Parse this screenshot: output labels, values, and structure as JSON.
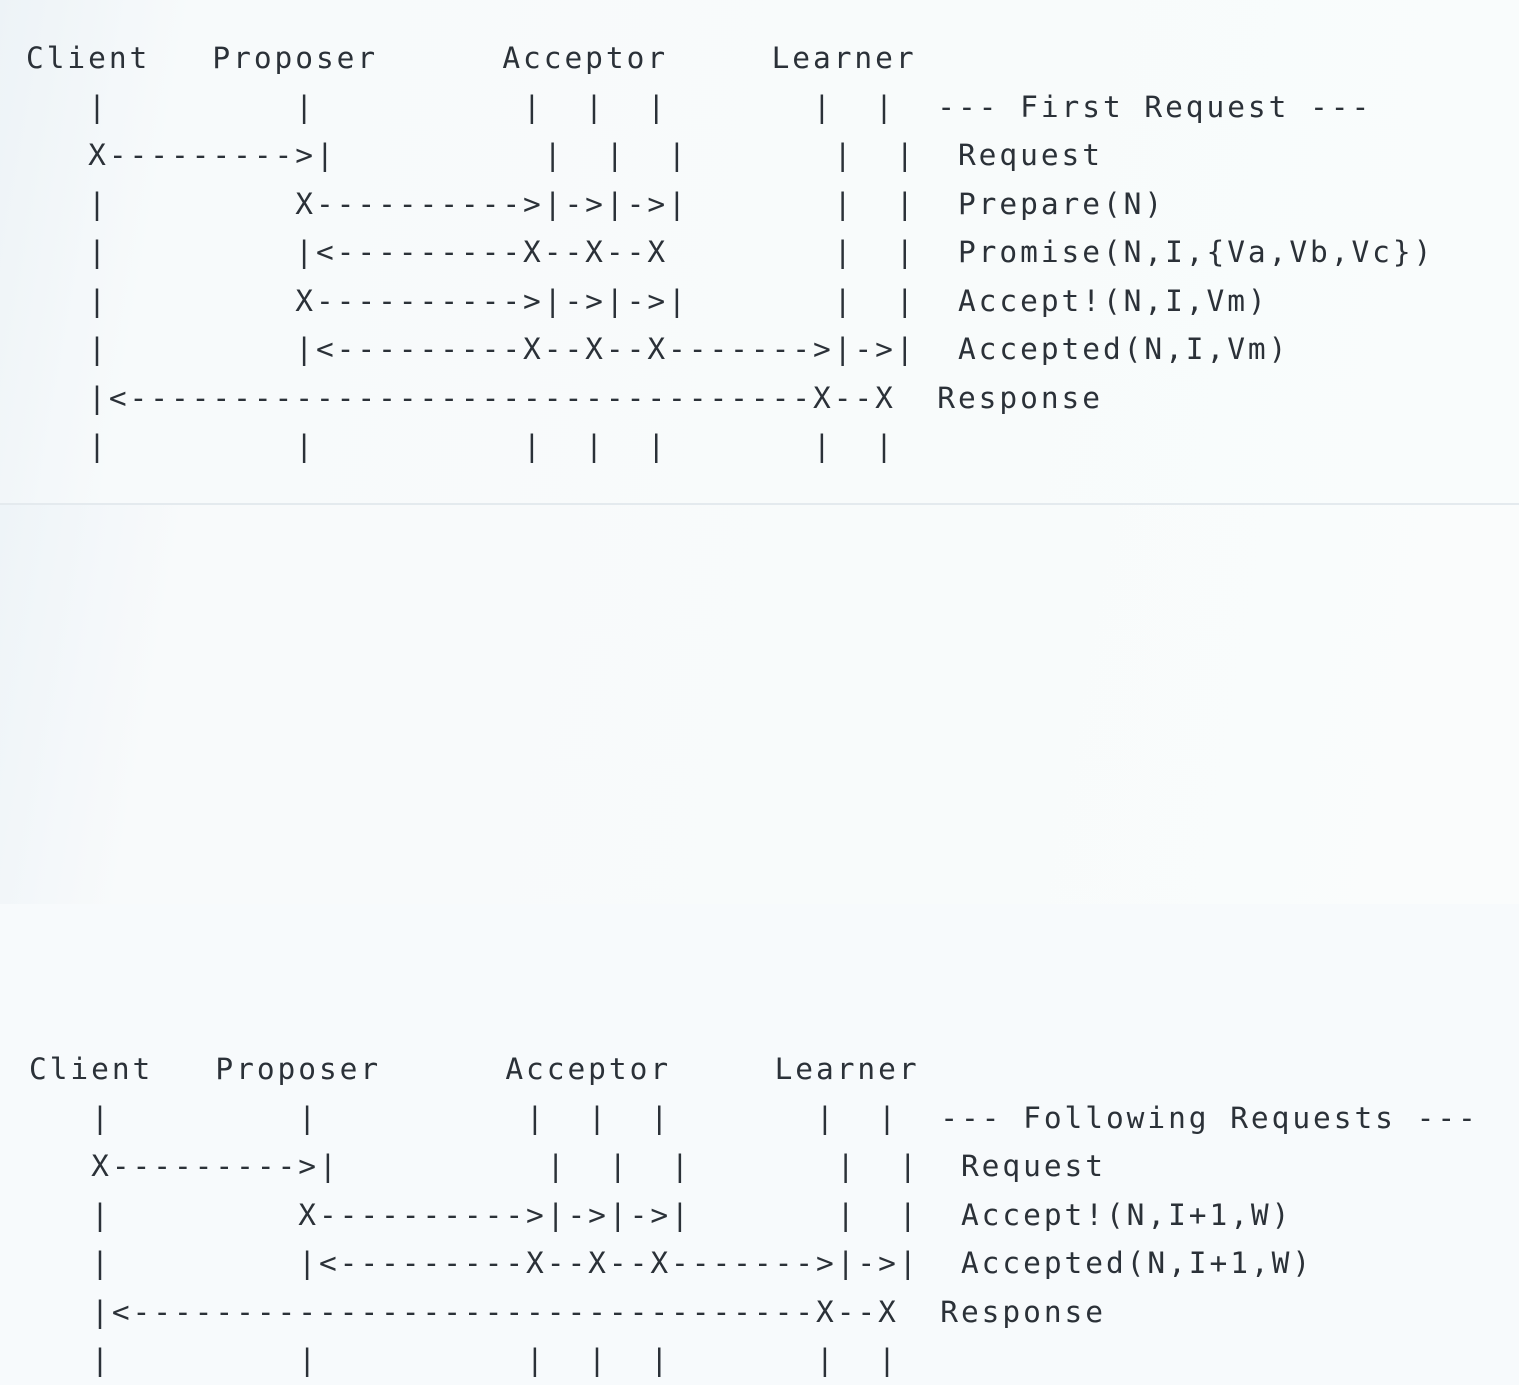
{
  "diagram": {
    "title": "Paxos protocol message sequence (ASCII art)",
    "text_color": "#2b3138",
    "background_color": "#f7fafc",
    "panel_divider_color": "#e4eaee",
    "roles": [
      "Client",
      "Proposer",
      "Acceptor",
      "Learner"
    ],
    "panels": [
      {
        "id": "first-request",
        "phase_label": "--- First Request ---",
        "header_line": "Client   Proposer      Acceptor     Learner",
        "messages": [
          "Request",
          "Prepare(N)",
          "Promise(N,I,{Va,Vb,Vc})",
          "Accept!(N,I,Vm)",
          "Accepted(N,I,Vm)",
          "Response"
        ],
        "ascii": "Client   Proposer      Acceptor     Learner\n   |         |          |  |  |       |  |  --- First Request ---\n   X--------->|          |  |  |       |  |  Request\n   |         X---------->|->|->|       |  |  Prepare(N)\n   |         |<---------X--X--X        |  |  Promise(N,I,{Va,Vb,Vc})\n   |         X---------->|->|->|       |  |  Accept!(N,I,Vm)\n   |         |<---------X--X--X------->|->|  Accepted(N,I,Vm)\n   |<---------------------------------X--X  Response\n   |         |          |  |  |       |  |"
      },
      {
        "id": "following-requests",
        "phase_label": "--- Following Requests ---",
        "header_line": "Client   Proposer      Acceptor     Learner",
        "messages": [
          "Request",
          "Accept!(N,I+1,W)",
          "Accepted(N,I+1,W)",
          "Response"
        ],
        "ascii": "Client   Proposer      Acceptor     Learner\n   |         |          |  |  |       |  |  --- Following Requests ---\n   X--------->|          |  |  |       |  |  Request\n   |         X---------->|->|->|       |  |  Accept!(N,I+1,W)\n   |         |<---------X--X--X------->|->|  Accepted(N,I+1,W)\n   |<---------------------------------X--X  Response\n   |         |          |  |  |       |  |"
      }
    ]
  }
}
